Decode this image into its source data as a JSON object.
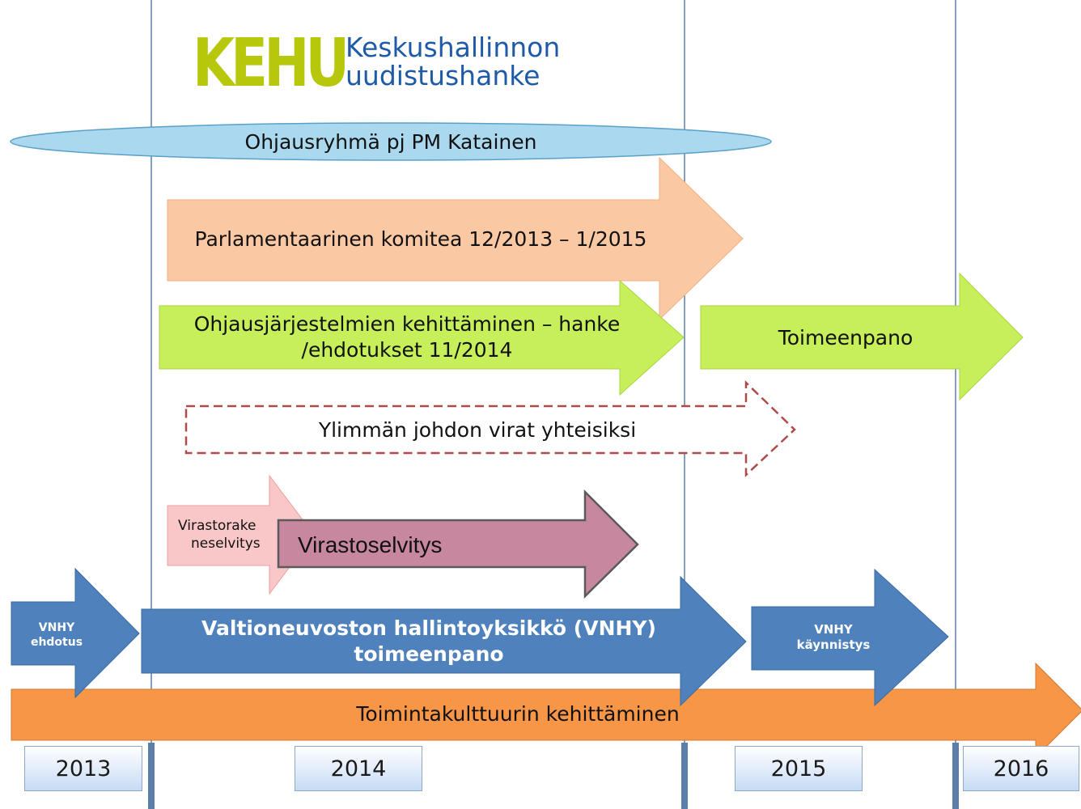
{
  "logo": {
    "mark": "KEHU",
    "subtitle_line1": "Keskushallinnon",
    "subtitle_line2": "uudistushanke"
  },
  "steering_group": "Ohjausryhmä pj PM Katainen",
  "parliamentary_committee": "Parlamentaarinen komitea 12/2013 – 1/2015",
  "steering_systems_line1": "Ohjausjärjestelmien kehittäminen – hanke",
  "steering_systems_line2": "/ehdotukset 11/2014",
  "implementation": "Toimeenpano",
  "top_management": "Ylimmän johdon virat yhteisiksi",
  "agency_structure_line1": "Virastorake",
  "agency_structure_line2": "neselvitys",
  "agency_review": "Virastoselvitys",
  "vnhy_proposal_line1": "VNHY",
  "vnhy_proposal_line2": "ehdotus",
  "vnhy_implementation_line1": "Valtioneuvoston hallintoyksikkö (VNHY)",
  "vnhy_implementation_line2": "toimeenpano",
  "vnhy_launch_line1": "VNHY",
  "vnhy_launch_line2": "käynnistys",
  "culture_development": "Toimintakulttuurin kehittäminen",
  "years": [
    "2013",
    "2014",
    "2015",
    "2016"
  ],
  "colors": {
    "peach": "#fbc8a4",
    "lime": "#c6ef5a",
    "pink_light": "#f9c7c7",
    "mauve": "#c7879f",
    "blue": "#4f81bd",
    "orange": "#f79646",
    "ellipse": "#a9d8ef",
    "dashed": "#b04a4a"
  }
}
